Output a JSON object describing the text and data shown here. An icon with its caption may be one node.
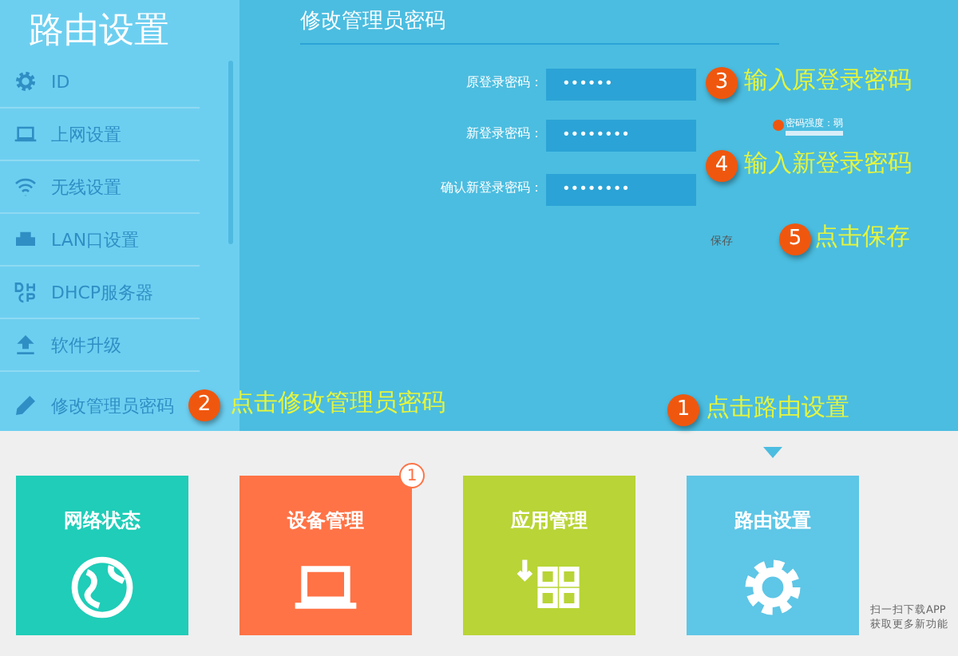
{
  "diagram": {
    "nodes": [
      {
        "text": [
          "路由设置"
        ]
      },
      {
        "text": [
          "ID"
        ],
        "in": 0
      },
      {
        "text": [
          "上网设置"
        ],
        "in": 0
      },
      {
        "text": [
          "无线设置"
        ],
        "in": 0
      },
      {
        "text": [
          "LAN口设置"
        ],
        "in": 0
      },
      {
        "text": [
          "DHCP服务器"
        ],
        "in": 0
      },
      {
        "text": [
          "软件升级"
        ],
        "in": 0
      },
      {
        "text": [
          "修改管理员密码"
        ],
        "in": 0
      },
      {
        "text": [
          "修改管理员密码"
        ]
      },
      {
        "text": [
          "••••••"
        ],
        "in": 8
      },
      {
        "text": [
          "••••••••"
        ],
        "in": 8
      },
      {
        "text": [
          "••••••••"
        ],
        "in": 8
      },
      {
        "text": [
          "保存"
        ],
        "in": 8
      },
      {
        "text": [
          "网络状态"
        ]
      },
      {
        "text": [
          "设备管理"
        ],
        "beside": [
          "1"
        ]
      },
      {
        "text": [
          "应用管理"
        ]
      },
      {
        "text": [
          "路由设置"
        ]
      }
    ],
    "edges": [],
    "labels": [
      "原登录密码：",
      "3",
      "输入原登录密码",
      "新登录密码：",
      "密码强度：弱",
      "4",
      "输入新登录密码",
      "确认新登录密码：",
      "5",
      "点击保存",
      "2",
      "点击修改管理员密码",
      "1",
      "点击路由设置",
      "扫一扫下载APP获取更多新功能"
    ]
  }
}
